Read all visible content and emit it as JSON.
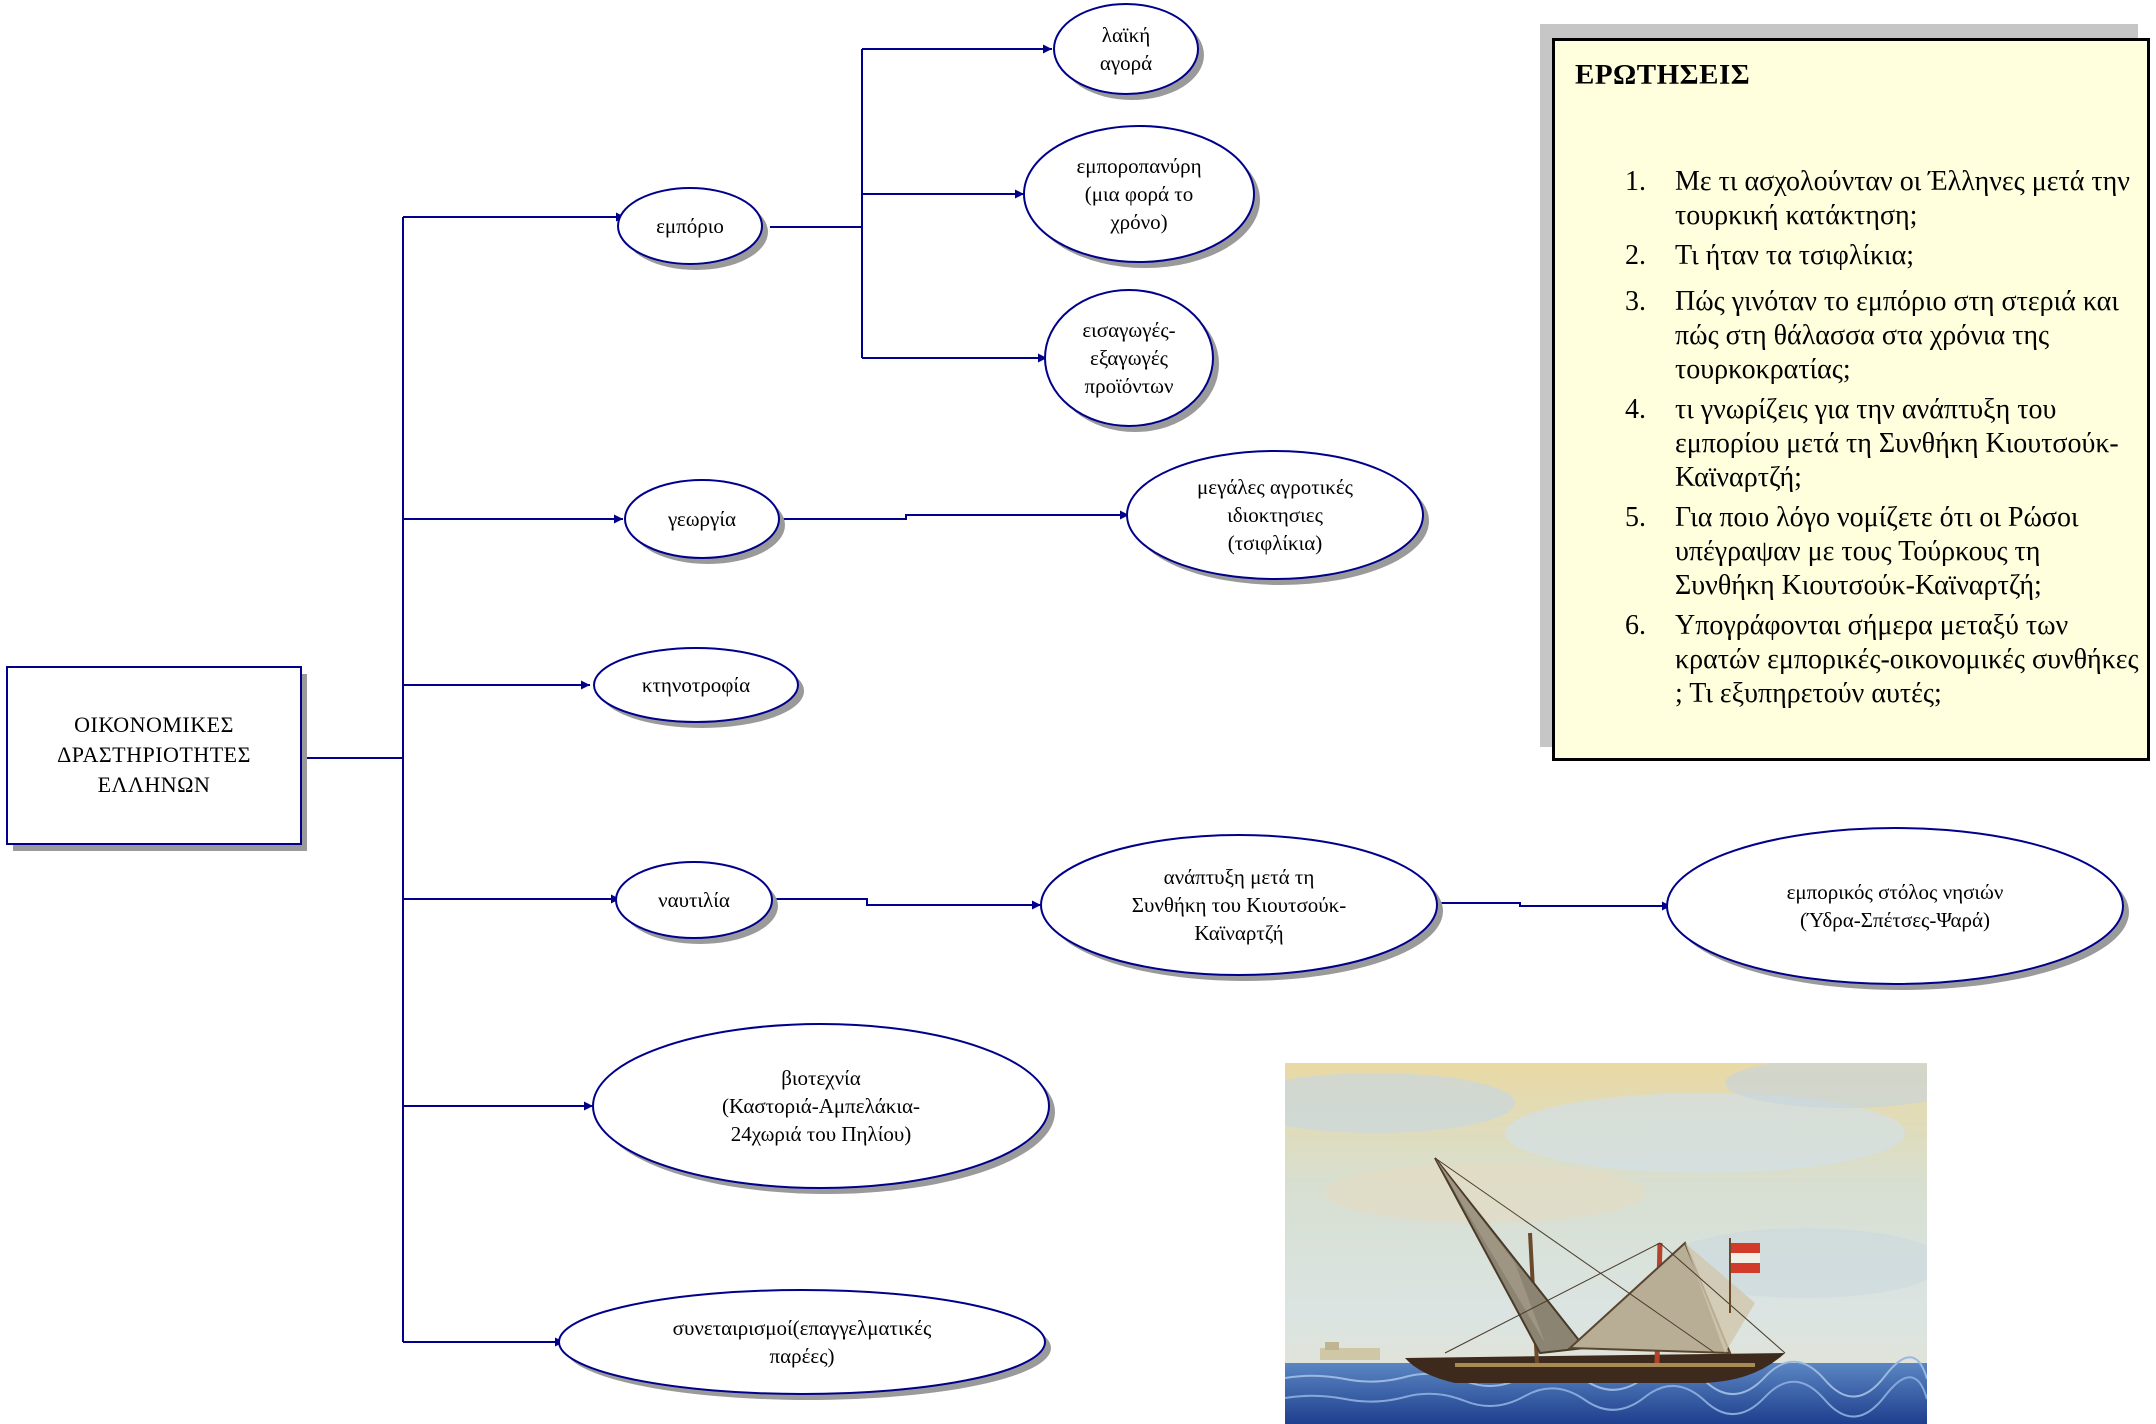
{
  "root": {
    "label": "ΟΙΚΟΝΟΜΙΚΕΣ\nΔΡΑΣΤΗΡΙΟΤΗΤΕΣ\nΕΛΛΗΝΩΝ"
  },
  "branches": {
    "emporio": "εμπόριο",
    "georgia": "γεωργία",
    "ktinotrofia": "κτηνοτροφία",
    "naftilia": "ναυτιλία",
    "viotexnia": "βιοτεχνία\n(Καστοριά-Αμπελάκια-\n24χωριά του Πηλίου)",
    "synetairismoi": "συνεταιρισμοί(επαγγελματικές\nπαρέες)"
  },
  "leaves": {
    "laiki_agora": "λαϊκή\nαγορά",
    "emporopanigyri": "εμποροπανύρη\n(μια φορά το\nχρόνο)",
    "eisagoges": "εισαγωγές-\nεξαγωγές\nπροϊόντων",
    "megales_idioktisies": "μεγάλες αγροτικές\nιδιοκτησιες\n(τσιφλίκια)",
    "anaptyxi": "ανάπτυξη μετά τη\nΣυνθήκη του Κιουτσούκ-\nΚαϊναρτζή",
    "stolos": "εμπορικός στόλος νησιών\n(Ύδρα-Σπέτσες-Ψαρά)"
  },
  "questions": {
    "title": "ΕΡΩΤΗΣΕΙΣ",
    "items": [
      {
        "num": "1.",
        "text": "Με τι ασχολούνταν οι Έλληνες μετά την τουρκική κατάκτηση;"
      },
      {
        "num": "2.",
        "text": "Τι ήταν τα τσιφλίκια;"
      },
      {
        "num": "3.",
        "text": "Πώς γινόταν το εμπόριο στη στεριά και πώς στη θάλασσα στα χρόνια της τουρκοκρατίας;"
      },
      {
        "num": "4.",
        "text": "τι γνωρίζεις για την ανάπτυξη του εμπορίου μετά τη Συνθήκη Κιουτσούκ-Καϊναρτζή;"
      },
      {
        "num": "5.",
        "text": "Για ποιο λόγο νομίζετε ότι οι Ρώσοι υπέγραψαν με τους Τούρκους τη Συνθήκη Κιουτσούκ-Καϊναρτζή;"
      },
      {
        "num": "6.",
        "text": "Υπογράφονται σήμερα μεταξύ των κρατών εμπορικές-οικονομικές συνθήκες ; Τι εξυπηρετούν αυτές;"
      }
    ]
  },
  "colors": {
    "line": "#00008b",
    "node_border": "#00008b",
    "shadow": "#9a9a9a",
    "box_fill": "#ffffde"
  }
}
